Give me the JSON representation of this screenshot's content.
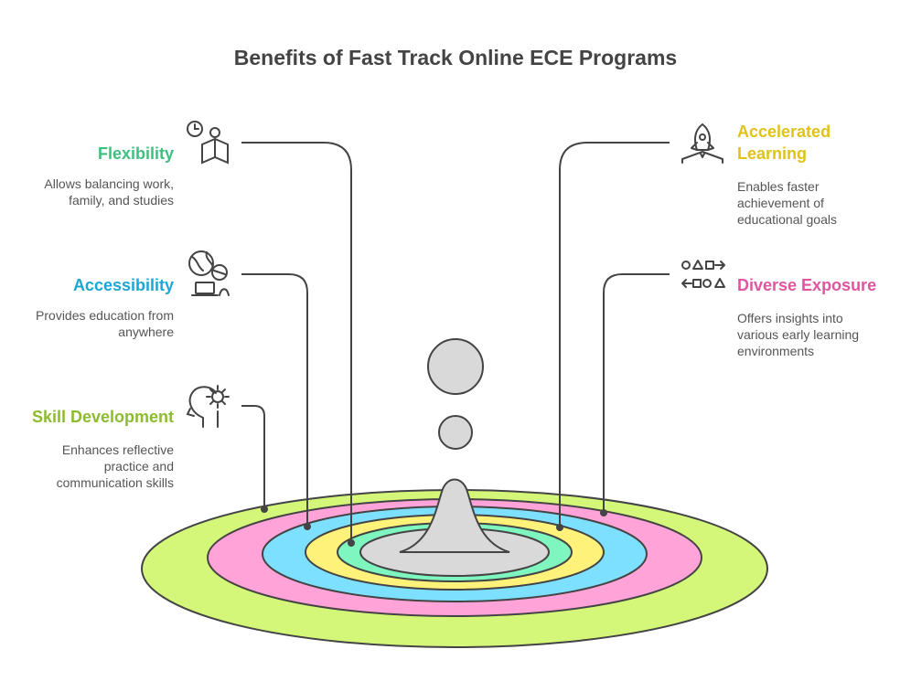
{
  "title": "Benefits of Fast Track Online ECE Programs",
  "colors": {
    "flexibility": "#3fbf7f",
    "accessibility": "#1aa7d6",
    "skill": "#8dbb2e",
    "accelerated": "#e0c21a",
    "diverse": "#e055a0",
    "ring_outer": "#d4f77a",
    "ring_pink": "#ffa3d9",
    "ring_blue": "#7ee0ff",
    "ring_yellow": "#fff27a",
    "ring_green": "#7ff5bf",
    "ring_center": "#d9d9d9",
    "line": "#444444"
  },
  "benefits": {
    "flexibility": {
      "heading": "Flexibility",
      "desc_lines": [
        "Allows balancing work,",
        "family, and studies"
      ],
      "icon": "reading-clock-icon"
    },
    "accessibility": {
      "heading": "Accessibility",
      "desc_lines": [
        "Provides education from",
        "anywhere"
      ],
      "icon": "globe-laptop-icon"
    },
    "skill": {
      "heading": "Skill Development",
      "desc_lines": [
        "Enhances reflective",
        "practice and",
        "communication skills"
      ],
      "icon": "head-gear-icon"
    },
    "accelerated": {
      "heading_lines": [
        "Accelerated",
        "Learning"
      ],
      "desc_lines": [
        "Enables faster",
        "achievement of",
        "educational goals"
      ],
      "icon": "rocket-icon"
    },
    "diverse": {
      "heading": "Diverse Exposure",
      "desc_lines": [
        "Offers insights into",
        "various early learning",
        "environments"
      ],
      "icon": "shapes-icon"
    }
  }
}
